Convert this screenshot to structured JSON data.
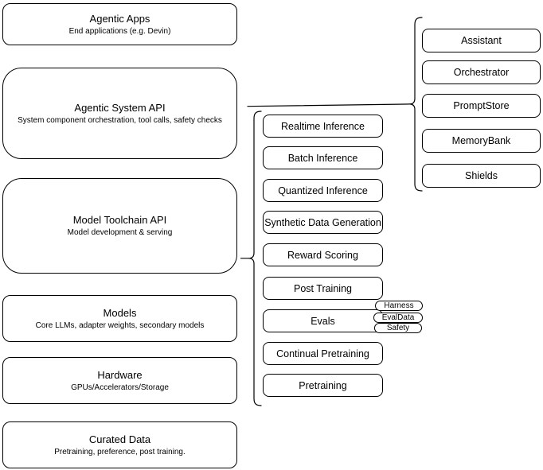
{
  "layers": [
    {
      "title": "Agentic Apps",
      "subtitle": "End applications (e.g. Devin)"
    },
    {
      "title": "Agentic System API",
      "subtitle": "System component orchestration, tool calls, safety checks"
    },
    {
      "title": "Model Toolchain API",
      "subtitle": "Model development & serving"
    },
    {
      "title": "Models",
      "subtitle": "Core LLMs, adapter weights, secondary models"
    },
    {
      "title": "Hardware",
      "subtitle": "GPUs/Accelerators/Storage"
    },
    {
      "title": "Curated Data",
      "subtitle": "Pretraining, preference, post training."
    }
  ],
  "toolchain": {
    "items": [
      "Realtime Inference",
      "Batch Inference",
      "Quantized Inference",
      "Synthetic Data Generation",
      "Reward Scoring",
      "Post Training",
      "Evals",
      "Continual Pretraining",
      "Pretraining"
    ],
    "evals_tags": [
      "Harness",
      "EvalData",
      "Safety"
    ]
  },
  "system_components": [
    "Assistant",
    "Orchestrator",
    "PromptStore",
    "MemoryBank",
    "Shields"
  ],
  "colors": {
    "stroke": "#000000",
    "background": "#ffffff",
    "text": "#000000"
  }
}
